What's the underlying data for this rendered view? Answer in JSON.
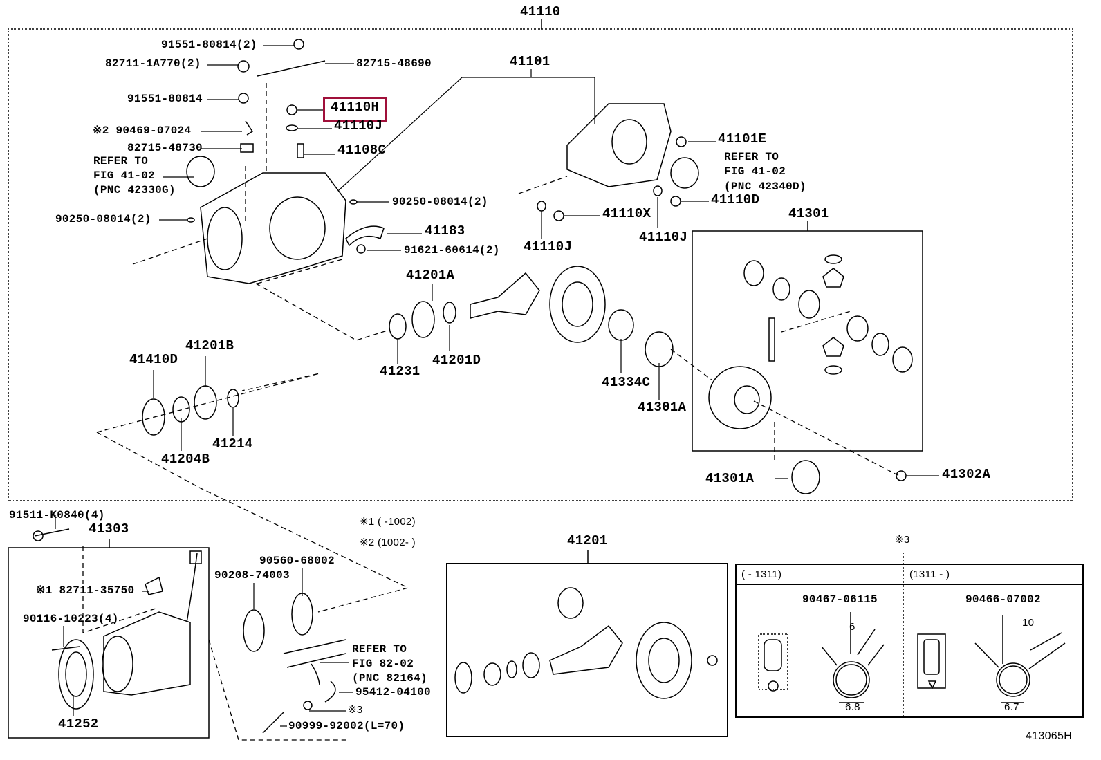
{
  "diagram_id": "413065H",
  "highlight_color": "#a0103a",
  "assembly": "41110",
  "labels": {
    "p91551_80814_2": "91551-80814(2)",
    "p82711_1A770": "82711-1A770(2)",
    "p82715_48690": "82715-48690",
    "p91551_80814": "91551-80814",
    "p41110H": "41110H",
    "p90469_07024": "※2 90469-07024",
    "p41110J_a": "41110J",
    "p82715_48730": "82715-48730",
    "p41108C": "41108C",
    "refer_a": [
      "REFER TO",
      "FIG 41-02",
      "(PNC 42330G)"
    ],
    "p41101": "41101",
    "p41101E": "41101E",
    "refer_b": [
      "REFER TO",
      "FIG 41-02",
      "(PNC 42340D)"
    ],
    "p41110D": "41110D",
    "p90250_r": "90250-08014(2)",
    "p90250_l": "90250-08014(2)",
    "p41110X": "41110X",
    "p41110J_b": "41110J",
    "p41110J_c": "41110J",
    "p41301": "41301",
    "p41183": "41183",
    "p91621": "91621-60614(2)",
    "p41201A": "41201A",
    "p41201B": "41201B",
    "p41410D": "41410D",
    "p41201D": "41201D",
    "p41231": "41231",
    "p41334C": "41334C",
    "p41301A_a": "41301A",
    "p41214": "41214",
    "p41204B": "41204B",
    "p41301A_b": "41301A",
    "p41302A": "41302A",
    "p91511": "91511-K0840(4)",
    "p41303": "41303",
    "note1": "※1 (     -1002)",
    "note2": "※2 (1002-     )",
    "p41201": "41201",
    "note3": "※3",
    "p90560": "90560-68002",
    "p90208": "90208-74003",
    "p82711_35750": "※1 82711-35750",
    "p90116": "90116-10223(4)",
    "refer_c": [
      "REFER TO",
      "FIG 82-02",
      "(PNC 82164)"
    ],
    "p95412": "95412-04100",
    "note3_ref": "※3",
    "p90999": "90999-92002(L=70)",
    "p41252": "41252"
  },
  "clip_table": {
    "left": {
      "period": "(      - 1311)",
      "part": "90467-06115",
      "dim_width": "6.8",
      "dim_arm": "6"
    },
    "right": {
      "period": "(1311 -      )",
      "part": "90466-07002",
      "dim_width": "6.7",
      "dim_arm": "10"
    }
  }
}
